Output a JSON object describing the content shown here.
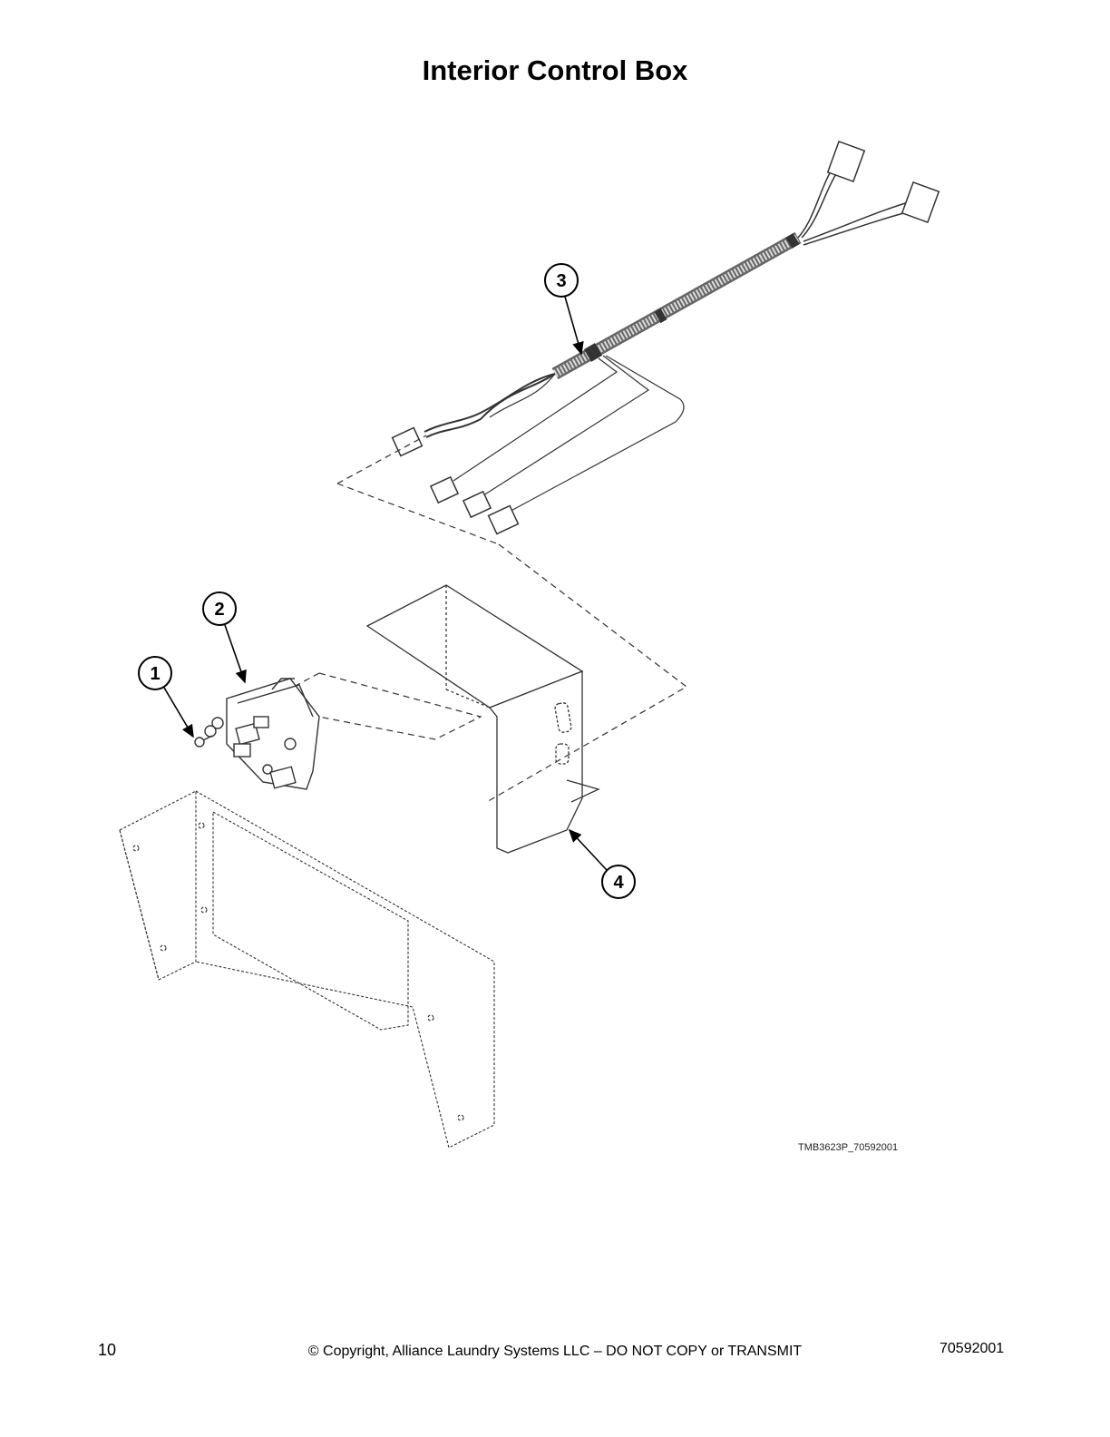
{
  "title": "Interior Control Box",
  "callouts": [
    {
      "number": "1",
      "part": "screw"
    },
    {
      "number": "2",
      "part": "control-board"
    },
    {
      "number": "3",
      "part": "wire-harness"
    },
    {
      "number": "4",
      "part": "control-box-bracket"
    }
  ],
  "drawing_id": "TMB3623P_70592001",
  "footer": {
    "page_number": "10",
    "copyright": "© Copyright, Alliance Laundry Systems LLC – DO NOT COPY or TRANSMIT",
    "doc_number": "70592001"
  }
}
